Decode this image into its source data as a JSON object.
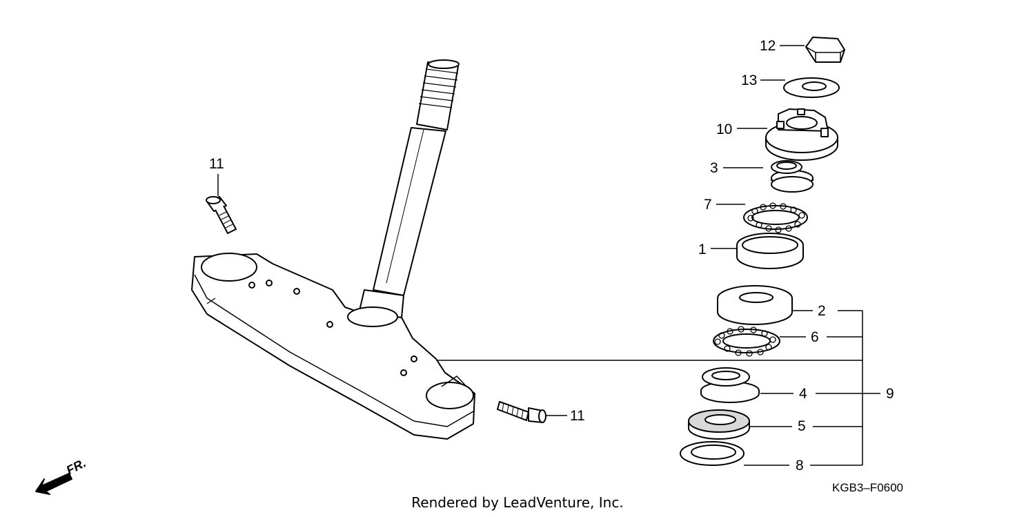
{
  "callouts": {
    "c12": "12",
    "c13": "13",
    "c10": "10",
    "c3": "3",
    "c7": "7",
    "c1": "1",
    "c2": "2",
    "c6": "6",
    "c9": "9",
    "c4": "4",
    "c5": "5",
    "c8": "8",
    "c11a": "11",
    "c11b": "11"
  },
  "direction_label": "FR.",
  "diagram_code": "KGB3–F0600",
  "credit": "Rendered by LeadVenture, Inc.",
  "colors": {
    "ink": "#000000",
    "fill": "#ffffff",
    "shade": "#d8d8d8"
  }
}
